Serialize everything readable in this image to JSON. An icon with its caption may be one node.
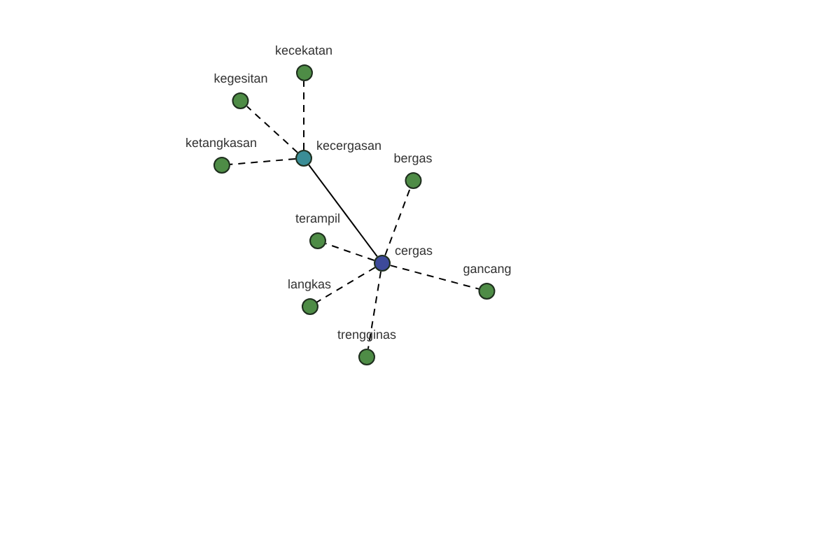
{
  "diagram": {
    "nodes": [
      {
        "text": [
          "cergas"
        ]
      },
      {
        "text": [
          "kecergasan"
        ]
      },
      {
        "text": [
          "kecekatan"
        ]
      },
      {
        "text": [
          "kegesitan"
        ]
      },
      {
        "text": [
          "ketangkasan"
        ]
      },
      {
        "text": [
          "bergas"
        ]
      },
      {
        "text": [
          "terampil"
        ]
      },
      {
        "text": [
          "gancang"
        ]
      },
      {
        "text": [
          "langkas"
        ]
      },
      {
        "text": [
          "trengginas"
        ]
      }
    ],
    "edges": [
      {
        "from": 1,
        "to": 0,
        "arrow": "none"
      },
      {
        "from": 1,
        "to": 2,
        "arrow": "none",
        "style": "dashed"
      },
      {
        "from": 1,
        "to": 3,
        "arrow": "none",
        "style": "dashed"
      },
      {
        "from": 1,
        "to": 4,
        "arrow": "none",
        "style": "dashed"
      },
      {
        "from": 0,
        "to": 5,
        "arrow": "none",
        "style": "dashed"
      },
      {
        "from": 0,
        "to": 6,
        "arrow": "none",
        "style": "dashed"
      },
      {
        "from": 0,
        "to": 7,
        "arrow": "none",
        "style": "dashed"
      },
      {
        "from": 0,
        "to": 8,
        "arrow": "none",
        "style": "dashed"
      },
      {
        "from": 0,
        "to": 9,
        "arrow": "none",
        "style": "dashed"
      }
    ]
  }
}
